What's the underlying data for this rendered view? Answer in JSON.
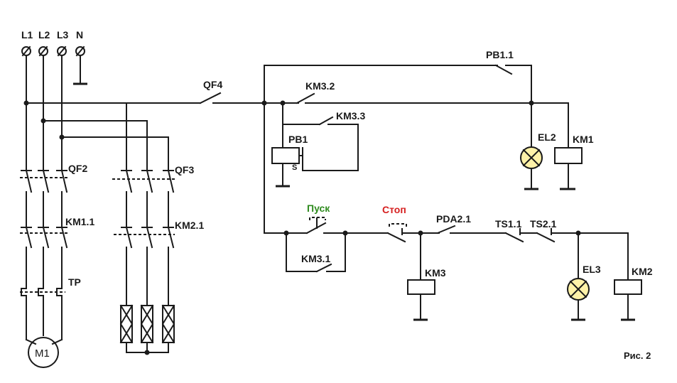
{
  "labels": {
    "L1": "L1",
    "L2": "L2",
    "L3": "L3",
    "N": "N",
    "QF4": "QF4",
    "QF2": "QF2",
    "QF3": "QF3",
    "KM1_1": "KM1.1",
    "KM2_1": "KM2.1",
    "TP": "TP",
    "M1": "M1",
    "KM3_2": "KM3.2",
    "KM3_3": "KM3.3",
    "PB1": "PB1",
    "S": "S",
    "PB1_1": "PB1.1",
    "EL2": "EL2",
    "KM1": "KM1",
    "pusk": "Пуск",
    "stop": "Стоп",
    "KM3_1": "KM3.1",
    "KM3": "KM3",
    "PDA2_1": "PDA2.1",
    "TS1_1": "TS1.1",
    "TS2_1": "TS2.1",
    "EL3": "EL3",
    "KM2": "KM2",
    "fig": "Рис. 2"
  },
  "colors": {
    "pusk": "#2e8b1e",
    "stop": "#d62020",
    "lamp": "#fff2a8"
  }
}
